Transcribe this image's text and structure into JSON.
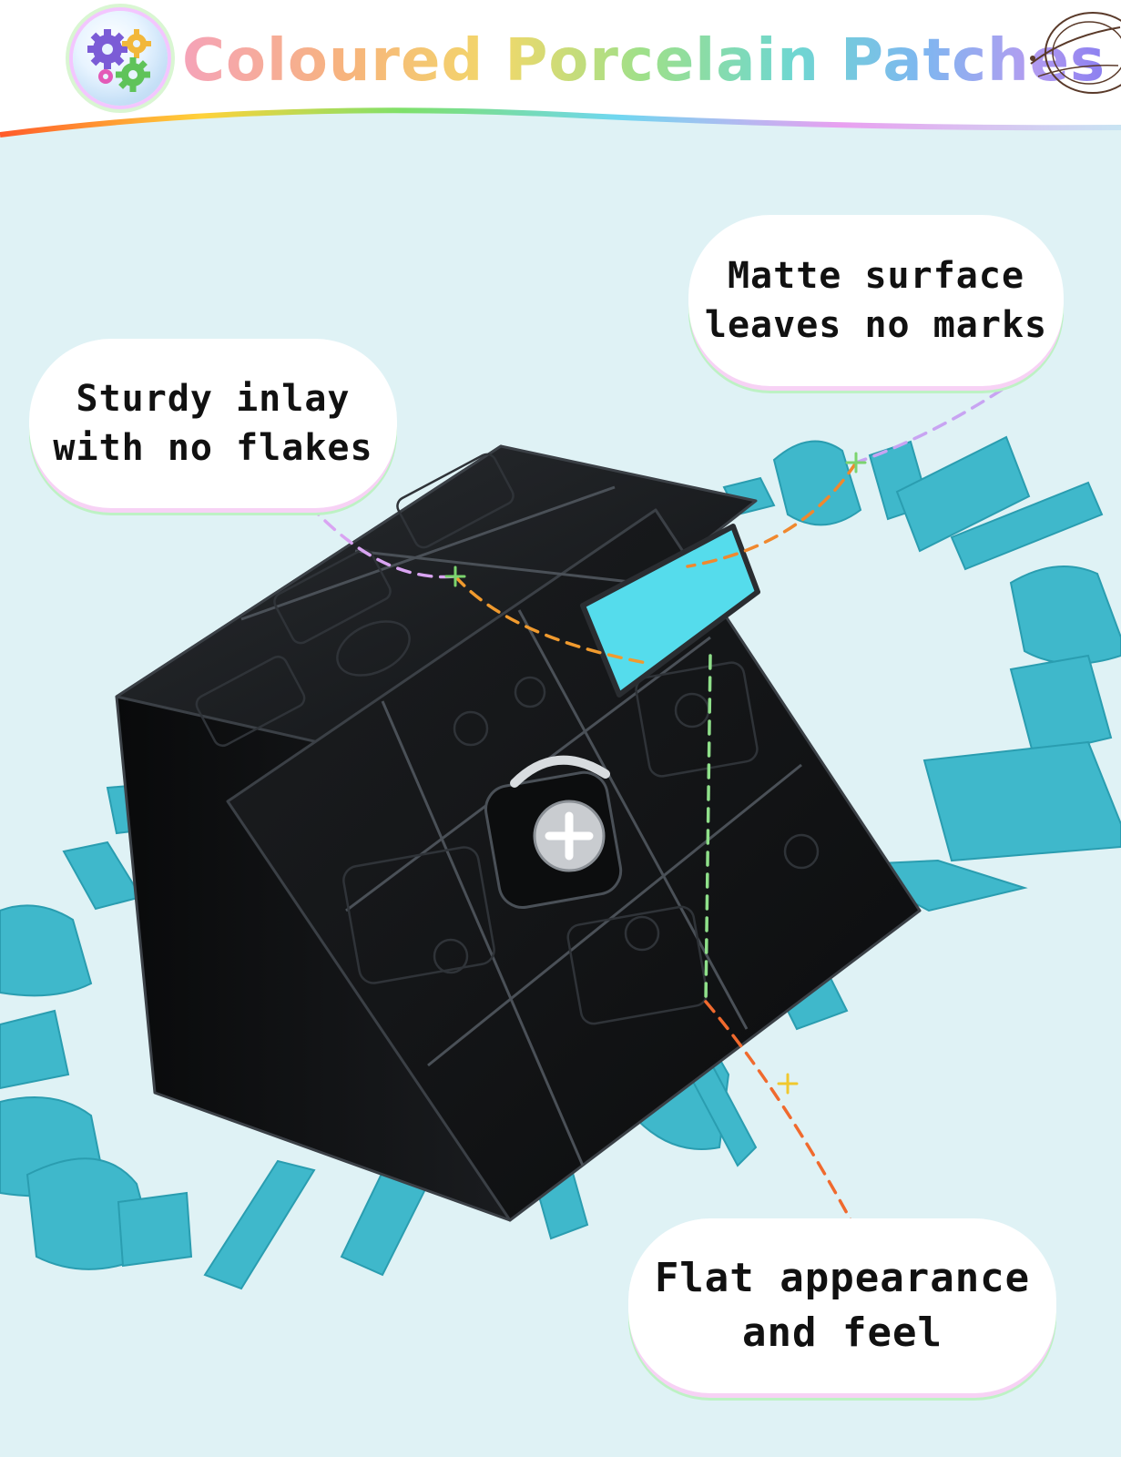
{
  "header": {
    "title": "Coloured Porcelain Patches",
    "logo_icon": "gears-logo-icon",
    "decoration_icon": "planet-doodle-icon"
  },
  "callouts": {
    "sturdy": {
      "line1": "Sturdy inlay",
      "line2": "with no flakes"
    },
    "matte": {
      "line1": "Matte surface",
      "line2": "leaves no marks"
    },
    "flat": {
      "line1": "Flat appearance",
      "line2": "and feel"
    }
  },
  "colors": {
    "background": "#dff2f5",
    "patch": "#3fc0d2",
    "patch_light": "#55dcec",
    "cube": "#141618"
  }
}
